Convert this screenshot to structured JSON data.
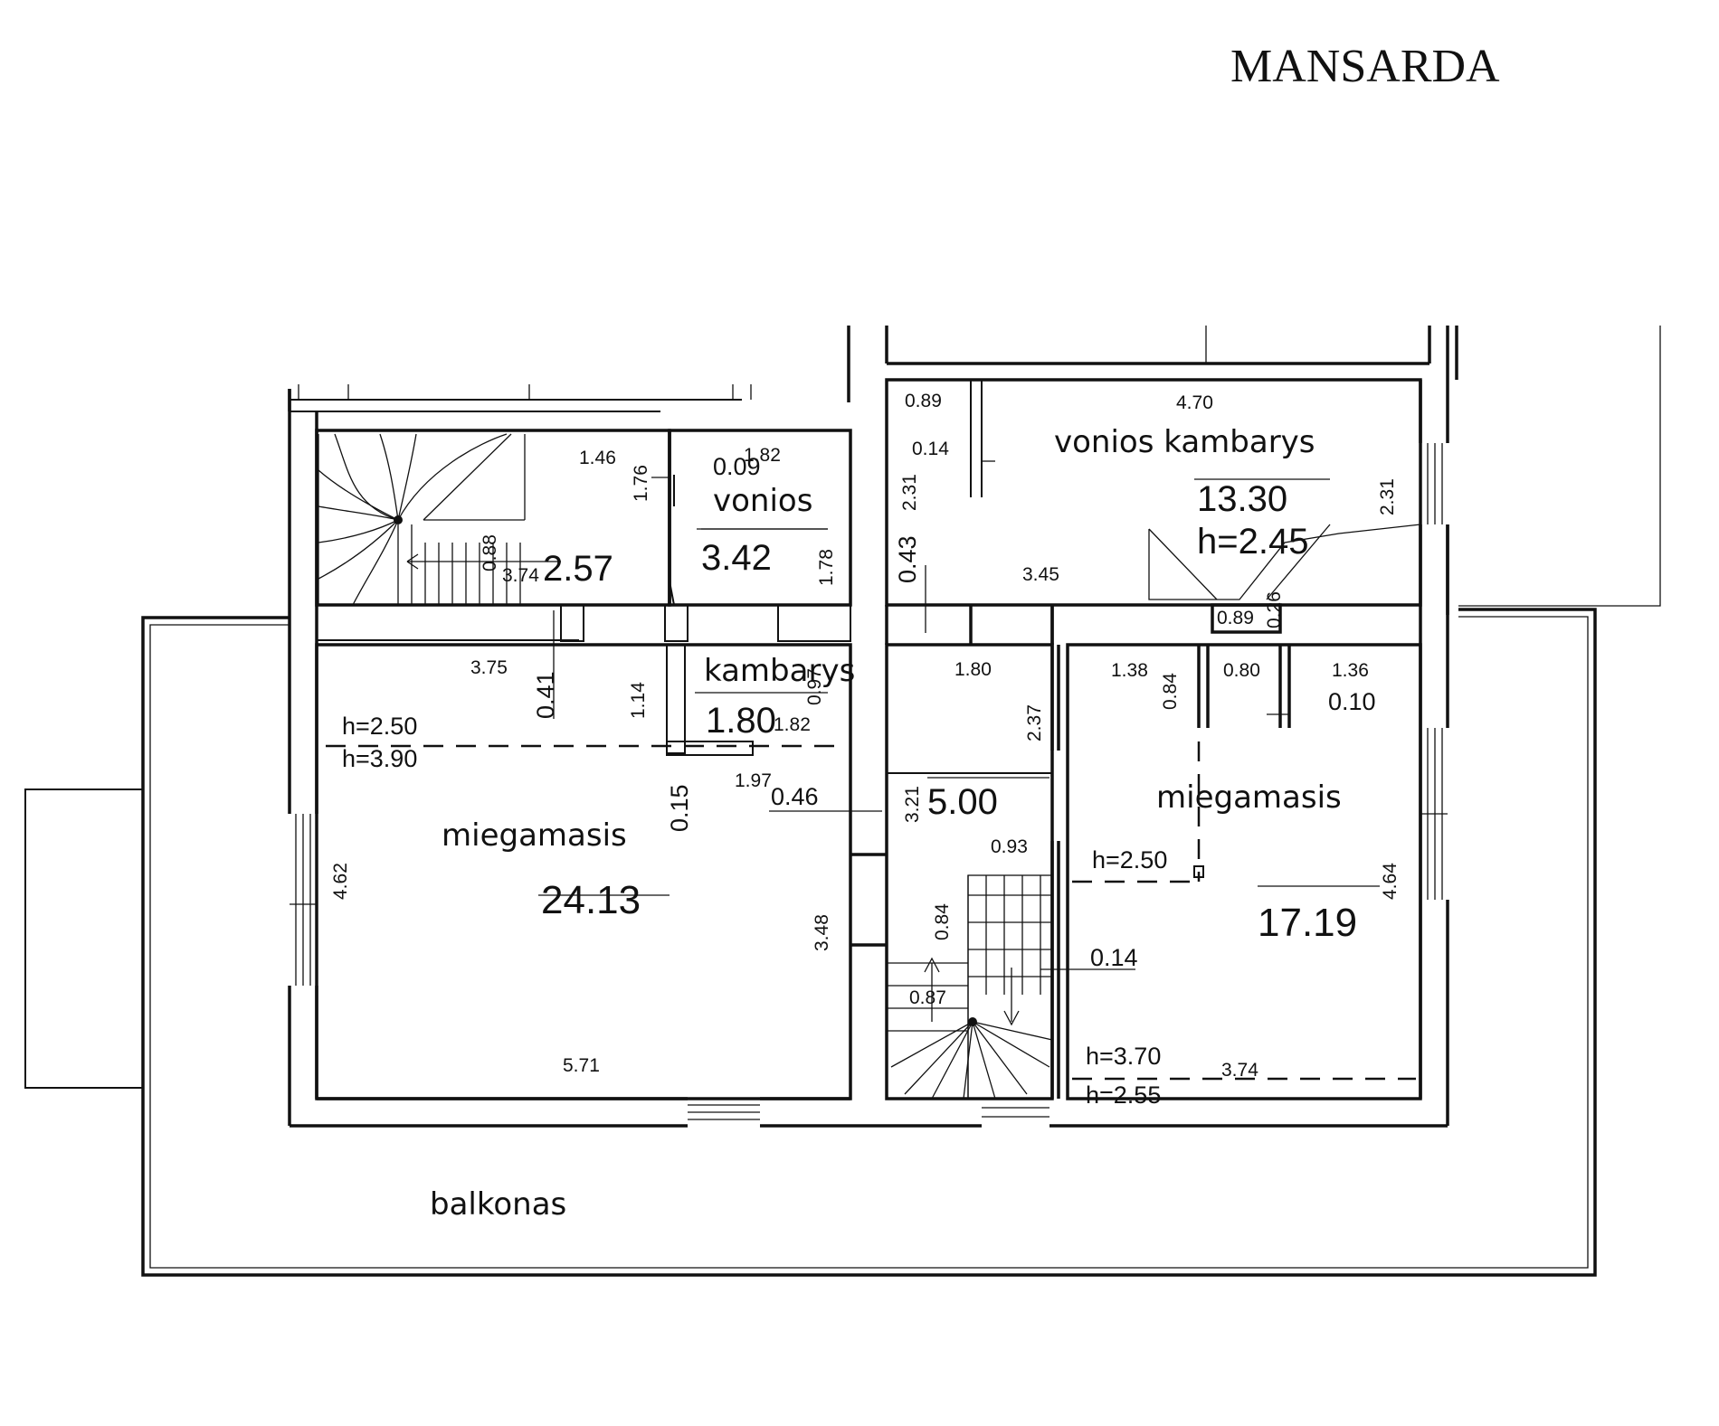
{
  "title": "MANSARDA",
  "rooms": {
    "stair_hall": {
      "area": "2.57"
    },
    "small_bath": {
      "label": "vonios",
      "area": "3.42"
    },
    "small_room": {
      "label": "kambarys",
      "area": "1.80"
    },
    "bathroom": {
      "label": "vonios kambarys",
      "area": "13.30",
      "height": "h=2.45"
    },
    "corridor": {
      "area": "5.00"
    },
    "bedroom_left": {
      "label": "miegamasis",
      "area": "24.13",
      "height_a": "h=2.50",
      "height_b": "h=3.90"
    },
    "bedroom_right": {
      "label": "miegamasis",
      "area": "17.19",
      "height_a": "h=2.50",
      "height_b": "h=3.70",
      "height_c": "h=2.55"
    },
    "balcony": {
      "label": "balkonas"
    }
  },
  "dims": {
    "d146": "1.46",
    "d176": "1.76",
    "d182a": "1.82",
    "d009": "0.09",
    "d088": "0.88",
    "d374a": "3.74",
    "d178": "1.78",
    "d089a": "0.89",
    "d014a": "0.14",
    "d470": "4.70",
    "d231a": "2.31",
    "d043": "0.43",
    "d345": "3.45",
    "d231b": "2.31",
    "d089b": "0.89",
    "d026": "0.26",
    "d375": "3.75",
    "d041": "0.41",
    "d114": "1.14",
    "d097": "0.97",
    "d182b": "1.82",
    "d015": "0.15",
    "d197": "1.97",
    "d046": "0.46",
    "d462": "4.62",
    "d348": "3.48",
    "d571": "5.71",
    "d180": "1.80",
    "d237": "2.37",
    "d321": "3.21",
    "d093": "0.93",
    "d084a": "0.84",
    "d087": "0.87",
    "d138": "1.38",
    "d084b": "0.84",
    "d080": "0.80",
    "d136": "1.36",
    "d010": "0.10",
    "d464": "4.64",
    "d014b": "0.14",
    "d374b": "3.74"
  }
}
